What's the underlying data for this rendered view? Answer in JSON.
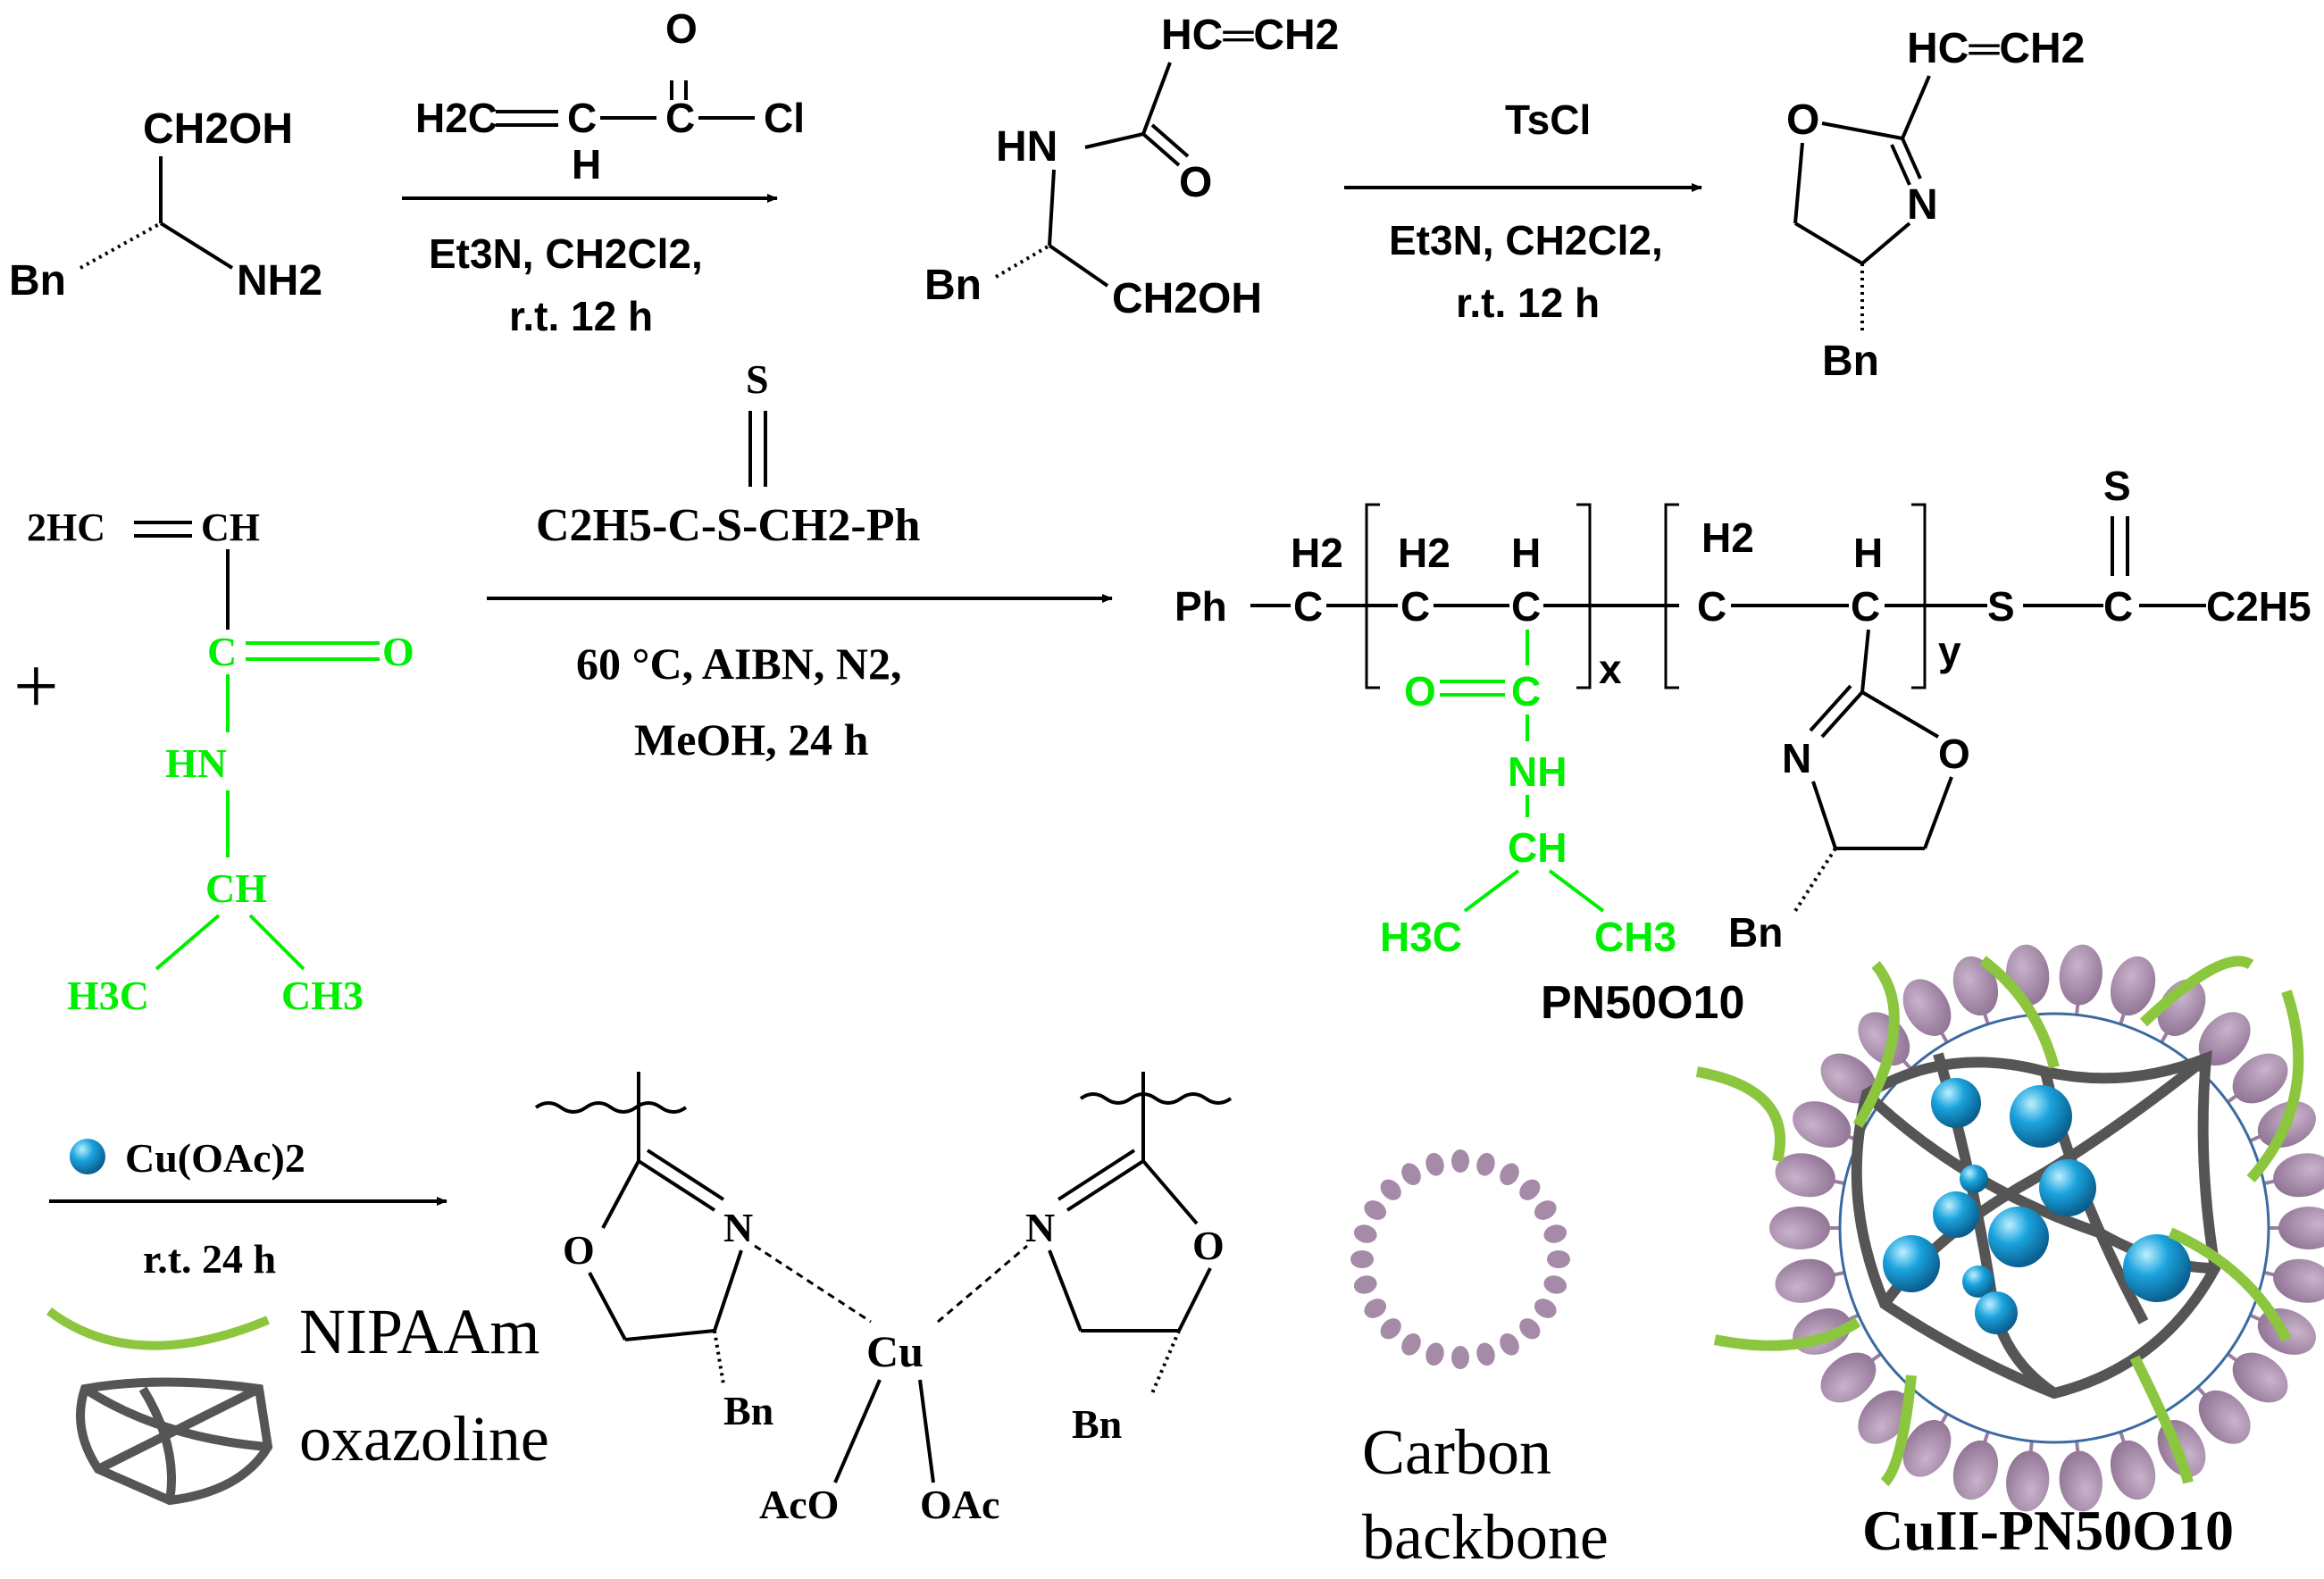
{
  "reaction_step1": {
    "start_ch2oh": "CH2OH",
    "start_bn": "Bn",
    "start_nh2": "NH2",
    "reagent_h2c": "H2C",
    "reagent_c": "C",
    "reagent_h": "H",
    "reagent_o": "O",
    "reagent_cl": "Cl",
    "conditions_line1": "Et3N, CH2Cl2,",
    "conditions_line2": "r.t. 12 h"
  },
  "intermediate_amide": {
    "vinyl": "HC═CH2",
    "hn": "HN",
    "o": "O",
    "bn": "Bn",
    "ch2oh": "CH2OH"
  },
  "reaction_step2": {
    "reagent": "TsCl",
    "conditions_line1": "Et3N, CH2Cl2,",
    "conditions_line2": "r.t. 12 h"
  },
  "oxazoline_monomer": {
    "vinyl": "HC═CH2",
    "o": "O",
    "n": "N",
    "bn": "Bn"
  },
  "nipaam_monomer": {
    "coef": "2HC",
    "ch": "CH",
    "c": "C",
    "o": "O",
    "hn": "HN",
    "ch_iso": "CH",
    "h3c": "H3C",
    "ch3": "CH3",
    "plus": "+"
  },
  "raft_agent": {
    "s_top": "S",
    "formula": "C2H5-C-S-CH2-Ph"
  },
  "raft_conditions": {
    "line1": "60 °C, AIBN, N2,",
    "line2": "MeOH, 24 h"
  },
  "polymer": {
    "ph": "Ph",
    "h2_a": "H2",
    "c_a": "C",
    "h2_b": "H2",
    "c_b": "C",
    "h_a": "H",
    "c_c": "C",
    "x": "x",
    "h2_c": "H2",
    "c_d": "C",
    "h_b": "H",
    "c_e": "C",
    "y": "y",
    "s": "S",
    "s_top": "S",
    "c_end": "C",
    "c2h5": "C2H5",
    "o_amide": "O",
    "c_amide": "C",
    "nh": "NH",
    "ch": "CH",
    "h3c": "H3C",
    "ch3": "CH3",
    "ox_n": "N",
    "ox_o": "O",
    "ox_bn": "Bn",
    "name": "PN50O10"
  },
  "cu_step": {
    "reagent": "Cu(OAc)2",
    "conditions": "r.t. 24 h"
  },
  "complex": {
    "o_left": "O",
    "n_left": "N",
    "bn_left": "Bn",
    "cu": "Cu",
    "n_right": "N",
    "o_right": "O",
    "bn_right": "Bn",
    "aco": "AcO",
    "oac": "OAc"
  },
  "legend": {
    "nipaam": "NIPAAm",
    "oxazoline": "oxazoline",
    "carbon_line1": "Carbon",
    "carbon_line2": "backbone"
  },
  "product_label": "CuII-PN50O10",
  "colors": {
    "nipaam_chain": "#00ee00",
    "nipaam_ribbon": "#8cc63f",
    "oxazoline_network": "#555555",
    "carbon_backbone": "#a58ba8",
    "copper": "#1aa3dd"
  }
}
